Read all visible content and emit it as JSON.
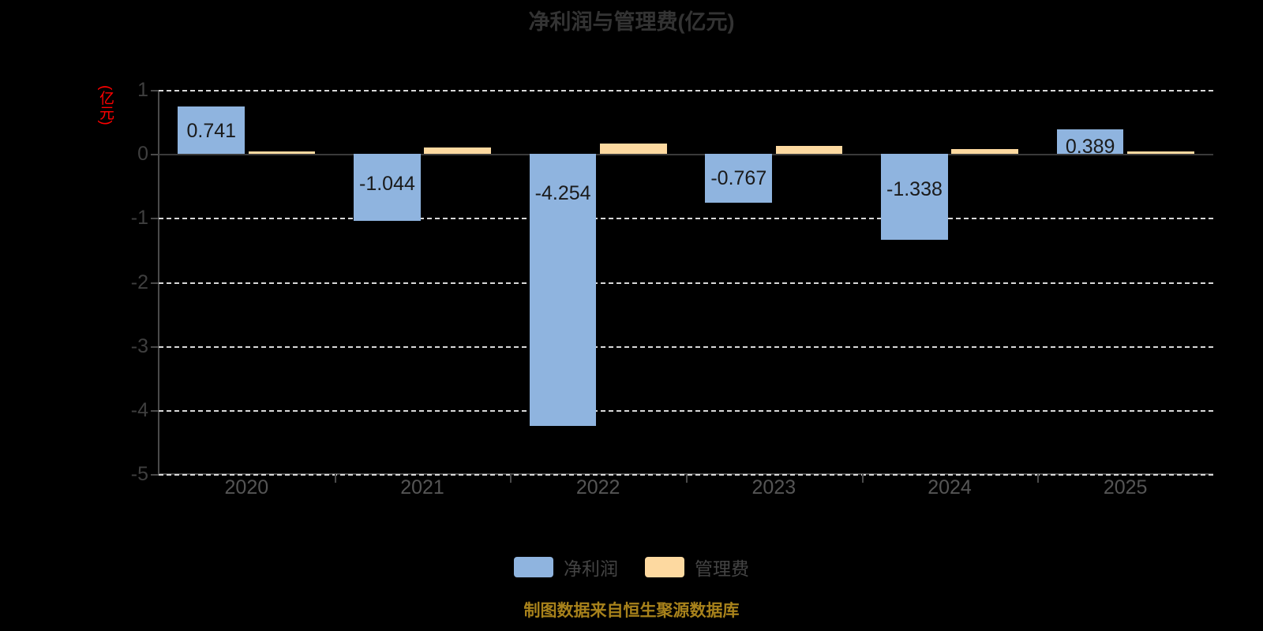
{
  "chart_data": {
    "type": "bar",
    "title": "净利润与管理费(亿元)",
    "xlabel": "",
    "ylabel": "(亿元)",
    "ylim": [
      -5,
      1
    ],
    "yticks": [
      1,
      0,
      -1,
      -2,
      -3,
      -4,
      -5
    ],
    "ytick_labels": [
      "1",
      "0",
      "-1",
      "-2",
      "-3",
      "-4",
      "-5"
    ],
    "grid": true,
    "legend_position": "bottom",
    "categories": [
      "2020",
      "2021",
      "2022",
      "2023",
      "2024",
      "2025"
    ],
    "series": [
      {
        "name": "净利润",
        "color": "#8fb4df",
        "values": [
          0.741,
          -1.044,
          -4.254,
          -0.767,
          -1.338,
          0.389
        ],
        "labels": [
          "0.741",
          "-1.044",
          "-4.254",
          "-0.767",
          "-1.338",
          "0.389"
        ]
      },
      {
        "name": "管理费",
        "color": "#fdd9a0",
        "values": [
          0.04,
          0.1,
          0.16,
          0.12,
          0.07,
          0.04
        ],
        "labels": [
          "",
          "",
          "",
          "",
          "",
          ""
        ]
      }
    ]
  },
  "footer": {
    "source_note": "制图数据来自恒生聚源数据库"
  },
  "colors": {
    "net_profit": "#8fb4df",
    "admin_expense": "#fdd9a0",
    "axis_unit": "#ff0000",
    "footer": "#a8821b",
    "background": "#000000"
  }
}
